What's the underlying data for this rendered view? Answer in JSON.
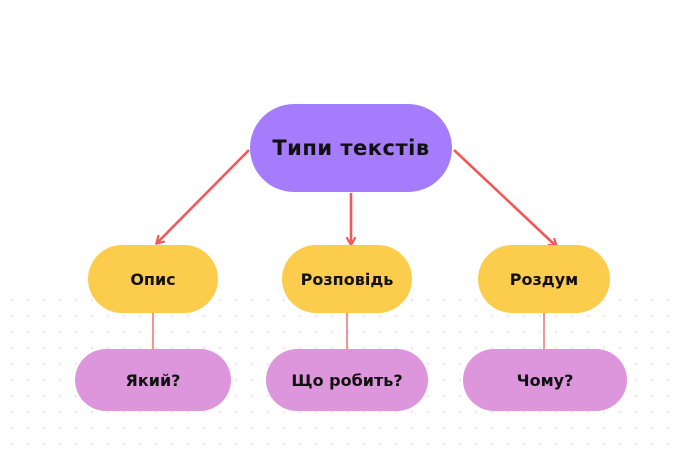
{
  "diagram": {
    "root": {
      "label": "Типи текстів"
    },
    "branches": [
      {
        "label": "Опис",
        "question": "Який?"
      },
      {
        "label": "Розповідь",
        "question": "Що робить?"
      },
      {
        "label": "Роздум",
        "question": "Чому?"
      }
    ]
  },
  "colors": {
    "root_fill": "#a57cfb",
    "category_fill": "#fccc4c",
    "question_fill": "#dd96dc",
    "arrow": "#f2585a",
    "connector": "#f07a80"
  }
}
